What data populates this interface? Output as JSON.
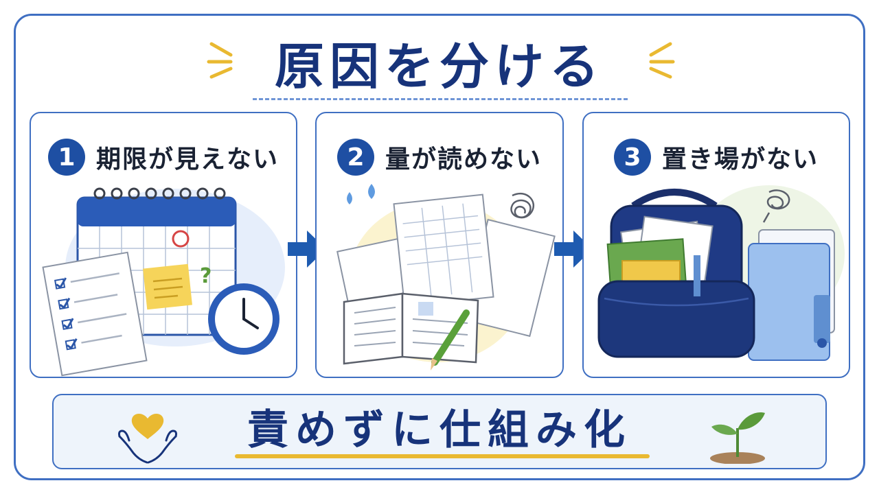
{
  "title": "原因を分ける",
  "steps": [
    {
      "number": "1",
      "label": "期限が見えない"
    },
    {
      "number": "2",
      "label": "量が読めない"
    },
    {
      "number": "3",
      "label": "置き場がない"
    }
  ],
  "footer": {
    "text": "責めずに仕組み化"
  },
  "colors": {
    "primary_navy": "#17337a",
    "accent_blue": "#1e4fa3",
    "border_blue": "#3f6fc2",
    "accent_yellow": "#e9b931",
    "leaf_green": "#6aa84f"
  },
  "icons": [
    "spark-icon",
    "calendar-icon",
    "clock-icon",
    "checklist-icon",
    "sticky-note-icon",
    "question-mark-icon",
    "papers-icon",
    "open-notebook-icon",
    "pencil-icon",
    "tangle-icon",
    "sweat-drop-icon",
    "backpack-icon",
    "binder-icon",
    "swirl-icon",
    "arrow-right-icon",
    "hands-heart-icon",
    "sprout-icon"
  ]
}
